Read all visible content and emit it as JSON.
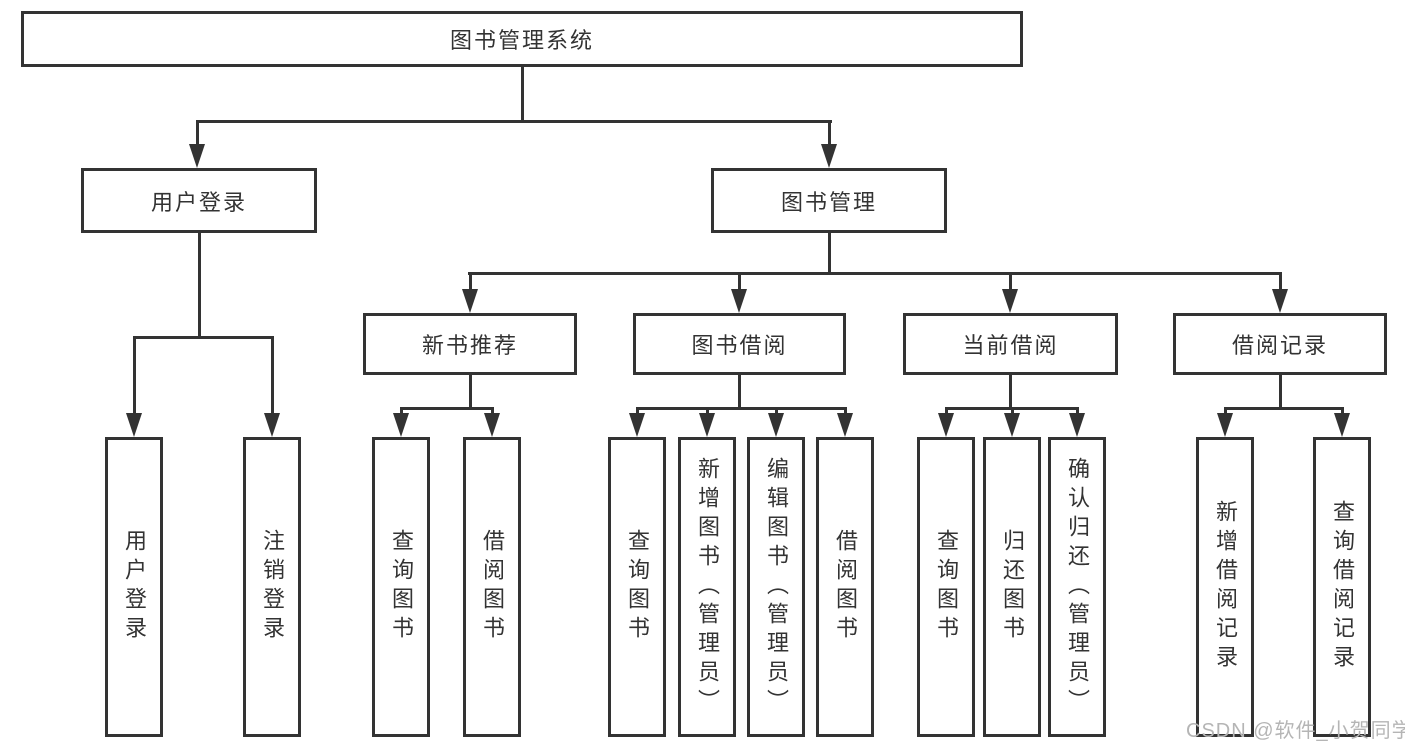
{
  "diagram": {
    "root": {
      "label": "图书管理系统"
    },
    "level2": [
      {
        "label": "用户登录"
      },
      {
        "label": "图书管理"
      }
    ],
    "level3": [
      {
        "label": "新书推荐"
      },
      {
        "label": "图书借阅"
      },
      {
        "label": "当前借阅"
      },
      {
        "label": "借阅记录"
      }
    ],
    "leaves": [
      {
        "label": "用户登录"
      },
      {
        "label": "注销登录"
      },
      {
        "label": "查询图书"
      },
      {
        "label": "借阅图书"
      },
      {
        "label": "查询图书"
      },
      {
        "label": "新增图书（管理员）"
      },
      {
        "label": "编辑图书（管理员）"
      },
      {
        "label": "借阅图书"
      },
      {
        "label": "查询图书"
      },
      {
        "label": "归还图书"
      },
      {
        "label": "确认归还（管理员）"
      },
      {
        "label": "新增借阅记录"
      },
      {
        "label": "查询借阅记录"
      }
    ]
  },
  "watermark": {
    "text": "CSDN @软件_小贺同学"
  },
  "colors": {
    "line": "#333333",
    "text": "#333333",
    "watermark": "#b5b5b5",
    "background": "#ffffff"
  }
}
